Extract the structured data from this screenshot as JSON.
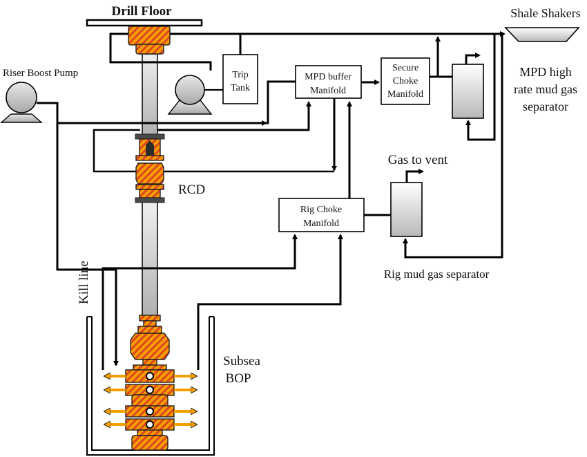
{
  "title": "MPD system schematic with RCD and subsea BOP",
  "colors": {
    "equipment_orange": "#f5a000",
    "hatch_red": "#e0461c",
    "line": "#000000",
    "riser_gray": "#d0d0d0",
    "dark_flange": "#4a4a4a"
  },
  "labels": {
    "drill_floor": "Drill Floor",
    "shale_shakers": "Shale Shakers",
    "riser_boost_pump": "Riser Boost Pump",
    "trip_tank_1": "Trip",
    "trip_tank_2": "Tank",
    "mpd_buffer_1": "MPD buffer",
    "mpd_buffer_2": "Manifold",
    "secure_choke_1": "Secure",
    "secure_choke_2": "Choke",
    "secure_choke_3": "Manifold",
    "mpd_sep_1": "MPD high",
    "mpd_sep_2": "rate mud gas",
    "mpd_sep_3": "separator",
    "gas_to_vent": "Gas to vent",
    "rig_choke_1": "Rig Choke",
    "rig_choke_2": "Manifold",
    "rig_mud_gas_sep": "Rig mud gas separator",
    "rcd": "RCD",
    "kill_line": "Kill line",
    "subsea_1": "Subsea",
    "subsea_2": "BOP"
  }
}
